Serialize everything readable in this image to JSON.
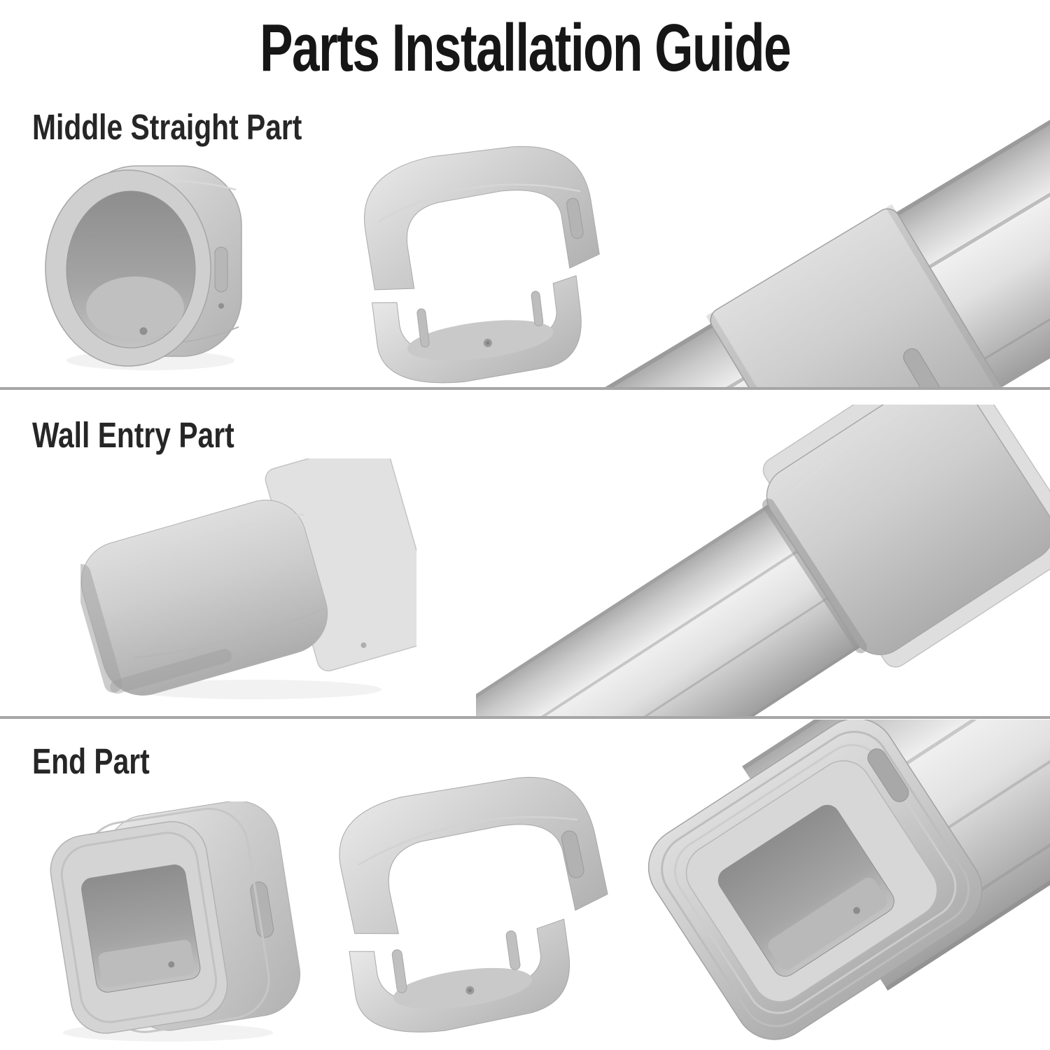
{
  "page": {
    "title": "Parts Installation Guide",
    "background": "#ffffff"
  },
  "colors": {
    "title_text": "#161616",
    "label_text": "#262626",
    "divider": "#a6a6a6",
    "part_gray": "#c9c9c9",
    "part_gray_light": "#ececec",
    "part_gray_dark": "#9a9a9a",
    "interior_shadow": "#8f8f8f"
  },
  "sections": [
    {
      "label": "Middle Straight Part",
      "photos": [
        "coupler-assembled-photo",
        "coupler-exploded-halves-photo",
        "coupler-installed-on-duct-photo"
      ]
    },
    {
      "label": "Wall Entry Part",
      "photos": [
        "wall-entry-cover-photo",
        "wall-entry-installed-on-duct-photo"
      ]
    },
    {
      "label": "End Part",
      "photos": [
        "end-cap-assembled-photo",
        "end-cap-exploded-halves-photo",
        "end-cap-installed-on-duct-photo"
      ]
    }
  ]
}
